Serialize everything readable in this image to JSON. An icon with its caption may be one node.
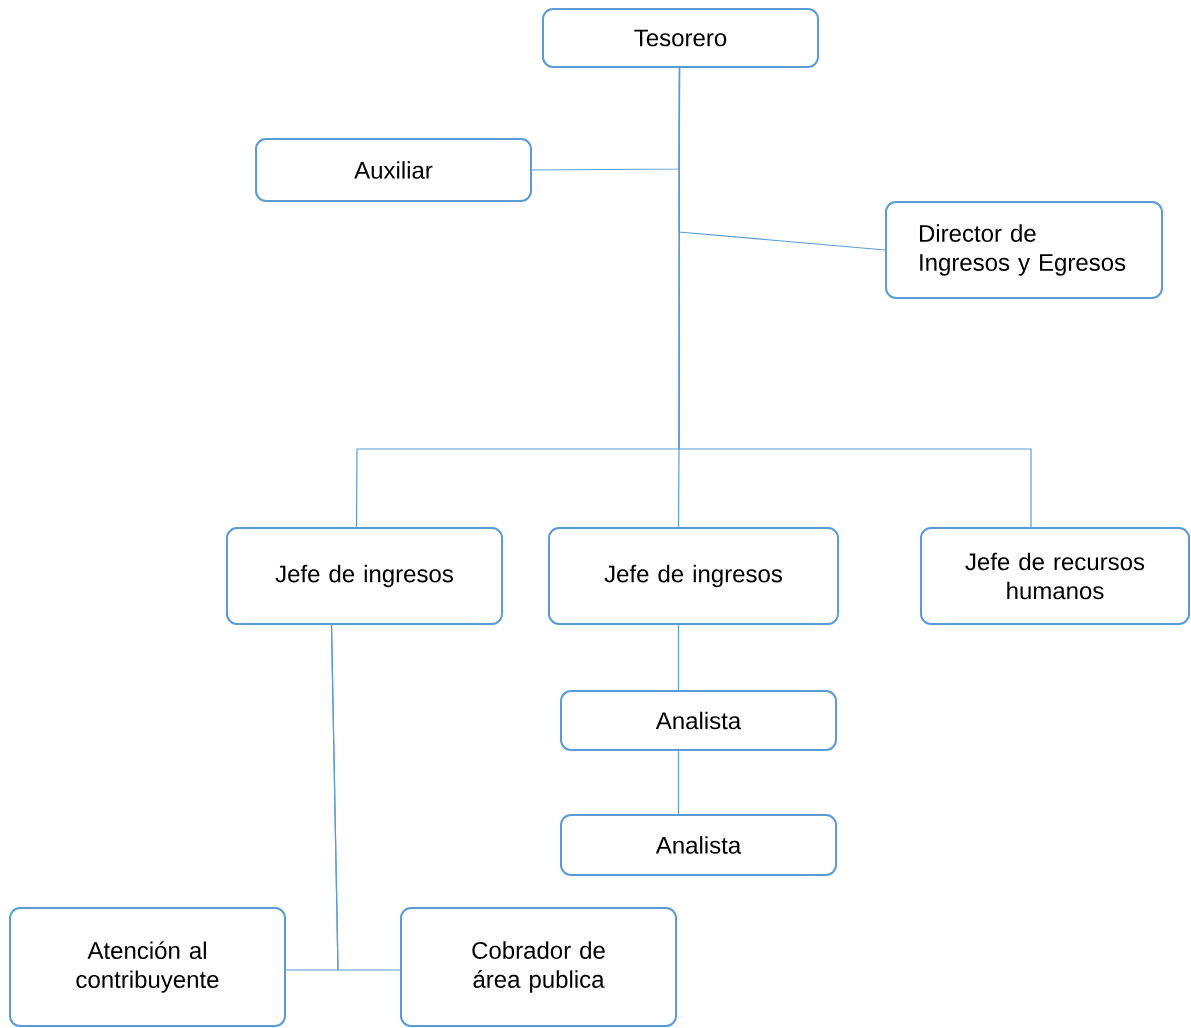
{
  "diagram": {
    "nodes": [
      {
        "text": [
          "Tesorero"
        ]
      },
      {
        "text": [
          "Auxiliar"
        ]
      },
      {
        "text": [
          "Director de Ingresos y Egresos"
        ]
      },
      {
        "text": [
          "Jefe de ingresos"
        ]
      },
      {
        "text": [
          "Jefe de ingresos"
        ]
      },
      {
        "text": [
          "Jefe de recursos humanos"
        ]
      },
      {
        "text": [
          "Analista"
        ]
      },
      {
        "text": [
          "Analista"
        ]
      },
      {
        "text": [
          "Atención al contribuyente"
        ]
      },
      {
        "text": [
          "Cobrador de área publica"
        ]
      }
    ],
    "edges": [
      {
        "from": 0,
        "to": 1,
        "arrow": "none"
      },
      {
        "from": 0,
        "to": 2,
        "arrow": "none"
      },
      {
        "from": 0,
        "to": 3,
        "arrow": "none"
      },
      {
        "from": 0,
        "to": 4,
        "arrow": "none"
      },
      {
        "from": 0,
        "to": 5,
        "arrow": "none"
      },
      {
        "from": 4,
        "to": 6,
        "arrow": "none"
      },
      {
        "from": 6,
        "to": 7,
        "arrow": "none"
      },
      {
        "from": 3,
        "to": 8,
        "arrow": "none"
      },
      {
        "from": 3,
        "to": 9,
        "arrow": "none"
      }
    ]
  }
}
